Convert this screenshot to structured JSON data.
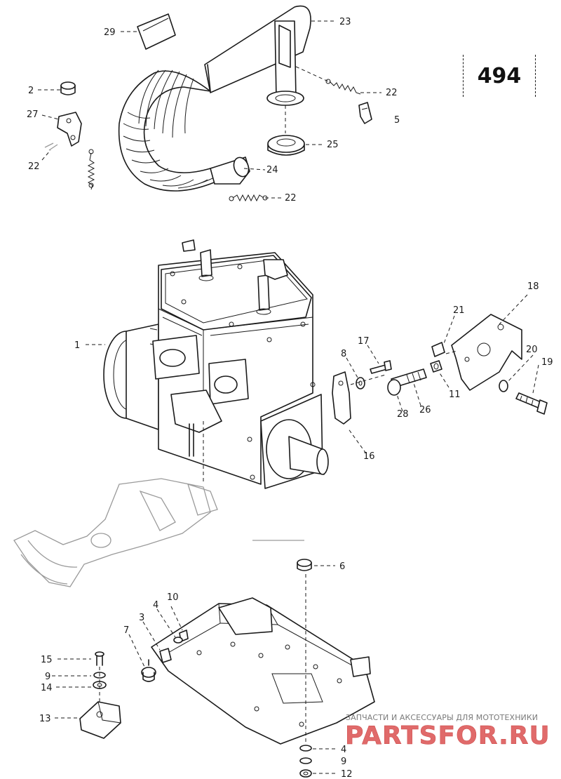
{
  "page_number": "494",
  "watermark": {
    "caption": "ЗАПЧАСТИ И АКСЕССУАРЫ ДЛЯ МОТОТЕХНИКИ",
    "logo_text": "PARTSFOR.RU",
    "color": "#e06a6a"
  },
  "callouts": [
    {
      "id": "29",
      "part": "29"
    },
    {
      "id": "23",
      "part": "23"
    },
    {
      "id": "2",
      "part": "2"
    },
    {
      "id": "27",
      "part": "27"
    },
    {
      "id": "22a",
      "part": "22"
    },
    {
      "id": "22b",
      "part": "22"
    },
    {
      "id": "5",
      "part": "5"
    },
    {
      "id": "25",
      "part": "25"
    },
    {
      "id": "24",
      "part": "24"
    },
    {
      "id": "22c",
      "part": "22"
    },
    {
      "id": "18",
      "part": "18"
    },
    {
      "id": "21",
      "part": "21"
    },
    {
      "id": "1",
      "part": "1"
    },
    {
      "id": "17",
      "part": "17"
    },
    {
      "id": "8",
      "part": "8"
    },
    {
      "id": "20",
      "part": "20"
    },
    {
      "id": "19",
      "part": "19"
    },
    {
      "id": "11",
      "part": "11"
    },
    {
      "id": "28",
      "part": "28"
    },
    {
      "id": "26",
      "part": "26"
    },
    {
      "id": "16",
      "part": "16"
    },
    {
      "id": "6",
      "part": "6"
    },
    {
      "id": "10",
      "part": "10"
    },
    {
      "id": "4a",
      "part": "4"
    },
    {
      "id": "3",
      "part": "3"
    },
    {
      "id": "7",
      "part": "7"
    },
    {
      "id": "15",
      "part": "15"
    },
    {
      "id": "9a",
      "part": "9"
    },
    {
      "id": "14",
      "part": "14"
    },
    {
      "id": "13",
      "part": "13"
    },
    {
      "id": "4b",
      "part": "4"
    },
    {
      "id": "9b",
      "part": "9"
    },
    {
      "id": "12",
      "part": "12"
    }
  ]
}
